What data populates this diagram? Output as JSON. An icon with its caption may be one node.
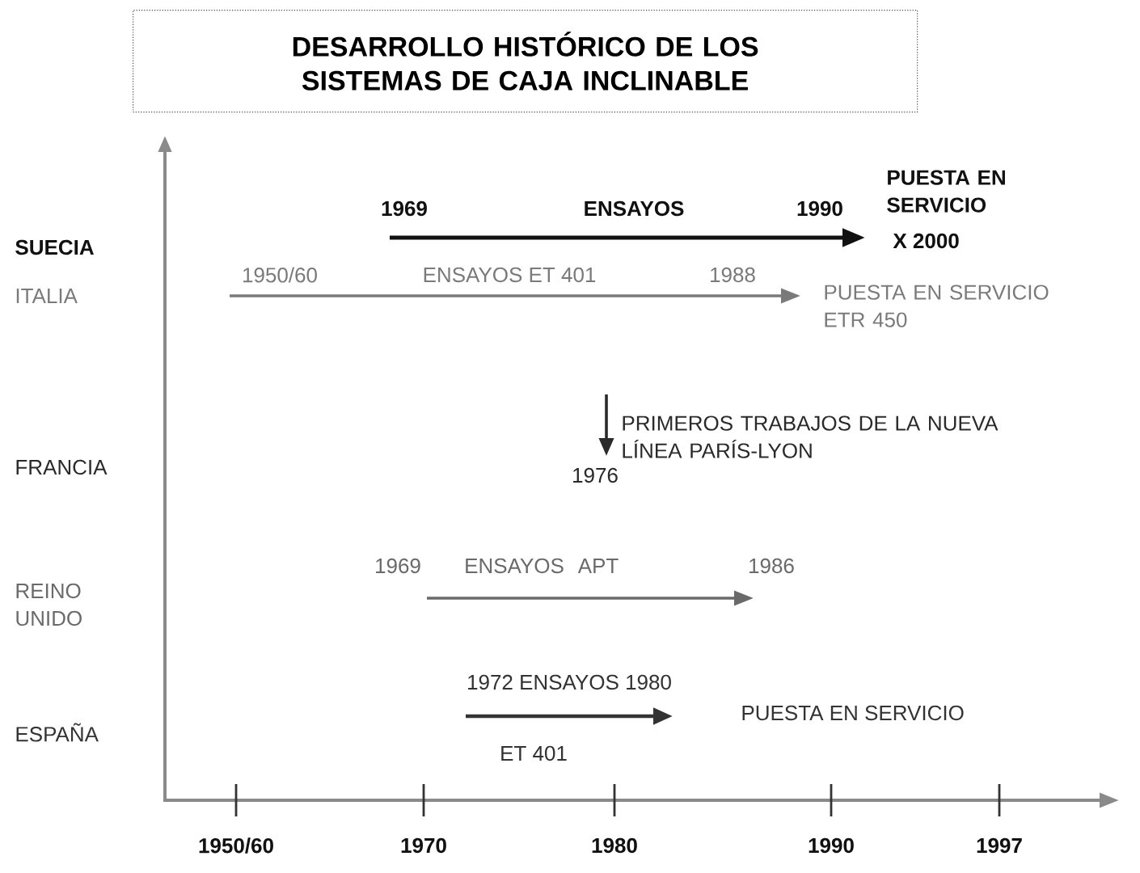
{
  "diagram": {
    "title": "DESARROLLO HISTÓRICO DE LOS SISTEMAS DE CAJA INCLINABLE",
    "labels": [
      "SUECIA",
      "1969",
      "ENSAYOS",
      "1990",
      "PUESTA EN SERVICIO",
      "X 2000",
      "ITALIA",
      "1950/60",
      "ENSAYOS ET 401",
      "1988",
      "PUESTA EN SERVICIO ETR 450",
      "FRANCIA",
      "1976",
      "PRIMEROS TRABAJOS DE LA NUEVA LÍNEA PARÍS-LYON",
      "REINO UNIDO",
      "1969",
      "ENSAYOS",
      "APT",
      "1986",
      "ESPAÑA",
      "1972 ENSAYOS 1980",
      "PUESTA EN SERVICIO",
      "ET 401",
      "1950/60",
      "1970",
      "1980",
      "1990",
      "1997"
    ]
  }
}
